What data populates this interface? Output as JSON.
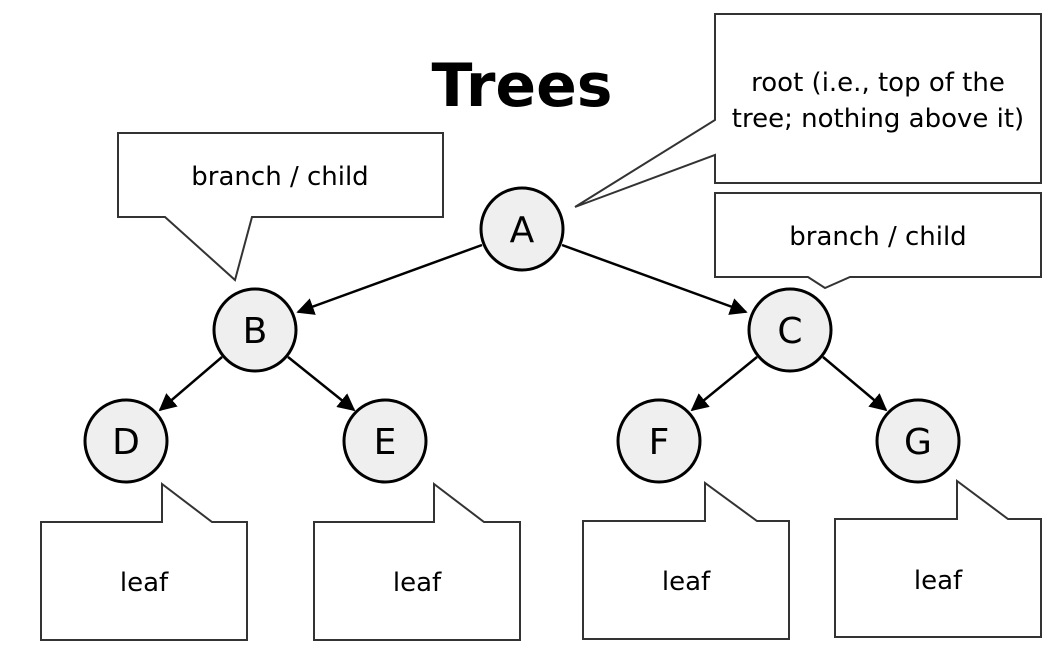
{
  "title": "Trees",
  "colors": {
    "node_fill": "#efefef",
    "stroke": "#000000",
    "callout_fill": "#ffffff"
  },
  "nodes": {
    "A": {
      "label": "A"
    },
    "B": {
      "label": "B"
    },
    "C": {
      "label": "C"
    },
    "D": {
      "label": "D"
    },
    "E": {
      "label": "E"
    },
    "F": {
      "label": "F"
    },
    "G": {
      "label": "G"
    }
  },
  "edges": [
    [
      "A",
      "B"
    ],
    [
      "A",
      "C"
    ],
    [
      "B",
      "D"
    ],
    [
      "B",
      "E"
    ],
    [
      "C",
      "F"
    ],
    [
      "C",
      "G"
    ]
  ],
  "callouts": {
    "root": {
      "line1": "root (i.e., top of the",
      "line2": "tree; nothing above it)"
    },
    "branch_left": {
      "text": "branch / child"
    },
    "branch_right": {
      "text": "branch / child"
    },
    "leaf_d": {
      "text": "leaf"
    },
    "leaf_e": {
      "text": "leaf"
    },
    "leaf_f": {
      "text": "leaf"
    },
    "leaf_g": {
      "text": "leaf"
    }
  }
}
